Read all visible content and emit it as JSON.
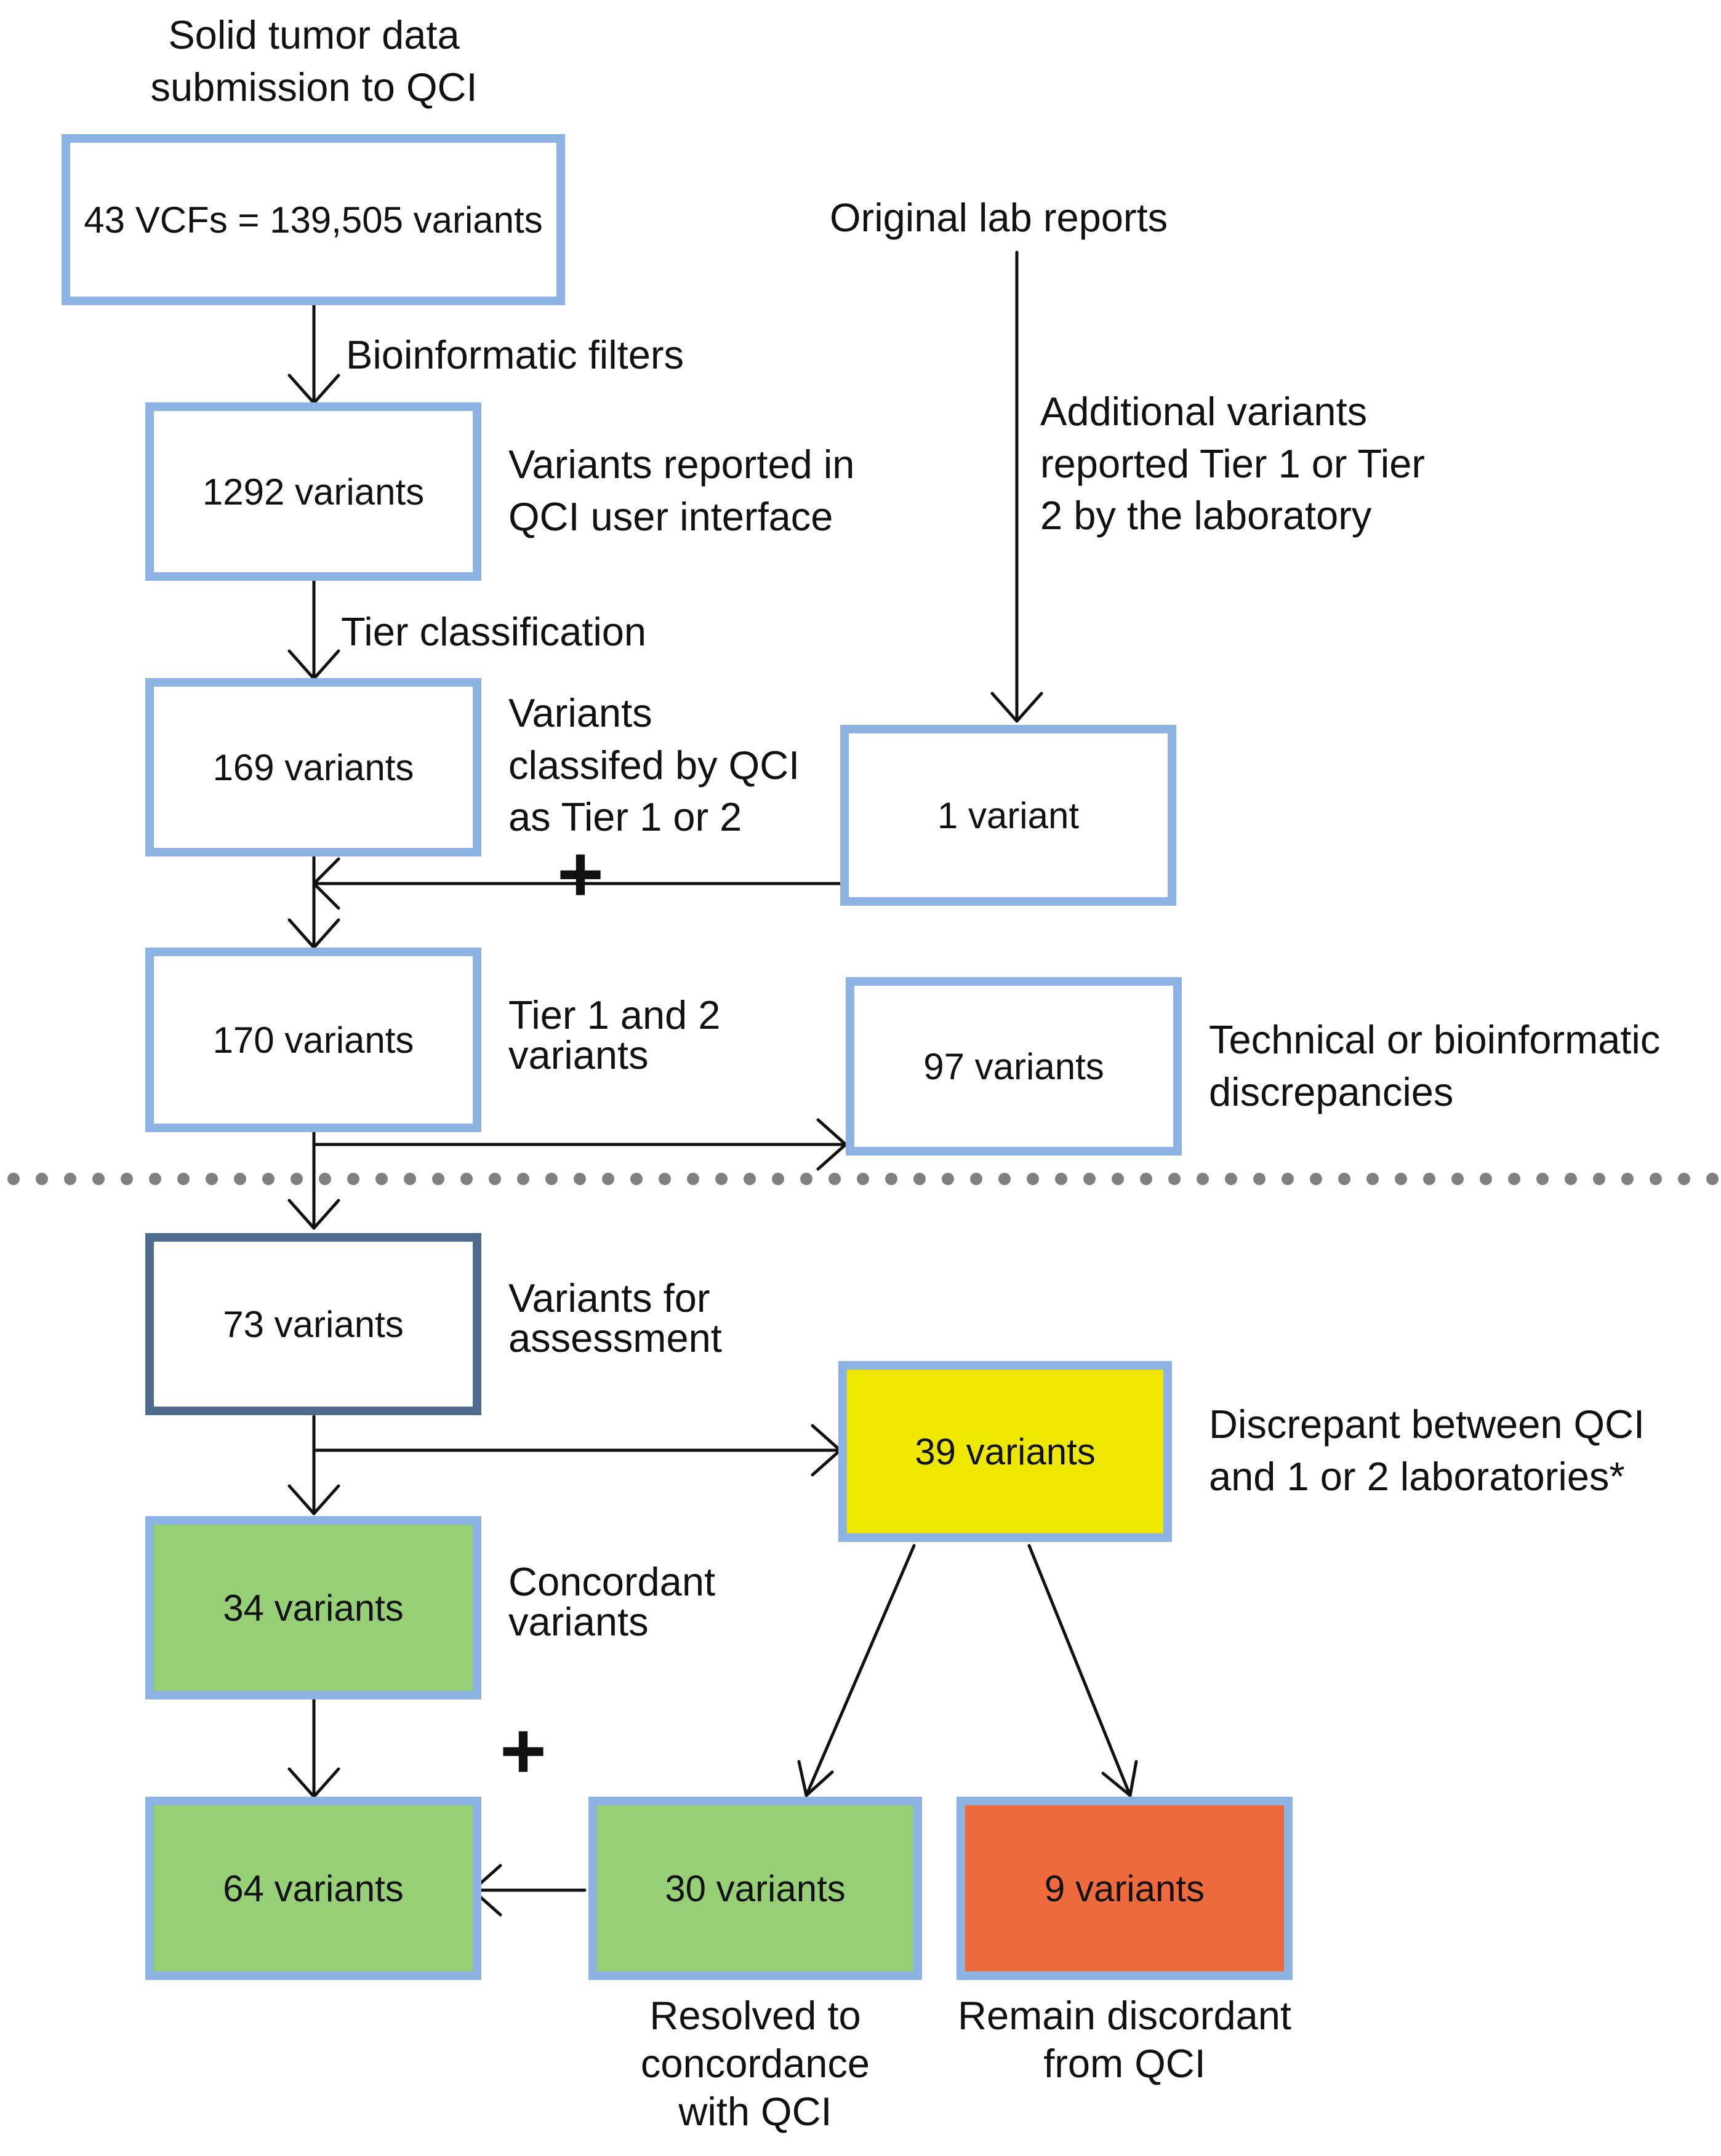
{
  "colors": {
    "box_border": "#8db3e2",
    "box_border_dark": "#4e6a8c",
    "concordant_fill": "#96cf75",
    "discrepant_fill": "#eee800",
    "discordant_fill": "#ec6a3b",
    "arrow": "#111111",
    "separator_dots": "#808080"
  },
  "header": {
    "line1": "Solid tumor data",
    "line2": "submission to QCI"
  },
  "boxes": {
    "vcfs": "43 VCFs = 139,505 variants",
    "v1292": "1292 variants",
    "v169": "169 variants",
    "v1": "1 variant",
    "v170": "170 variants",
    "v97": "97 variants",
    "v73": "73 variants",
    "v39": "39 variants",
    "v34": "34 variants",
    "v64": "64 variants",
    "v30": "30 variants",
    "v9": "9 variants"
  },
  "labels": {
    "bioinformatic_filters": "Bioinformatic filters",
    "original_lab_reports": "Original lab reports",
    "additional_variants": [
      "Additional variants",
      "reported Tier 1 or Tier",
      "2 by the laboratory"
    ],
    "reported_in_qci": [
      "Variants reported in",
      "QCI user interface"
    ],
    "tier_classification": "Tier classification",
    "classified_by_qci": [
      "Variants",
      "classifed by QCI",
      "as Tier 1 or 2"
    ],
    "tier_1_and_2": [
      "Tier 1 and 2",
      "variants"
    ],
    "technical_discrepancies": [
      "Technical or bioinformatic",
      "discrepancies"
    ],
    "for_assessment": [
      "Variants for",
      "assessment"
    ],
    "discrepant_between": [
      "Discrepant between QCI",
      "and 1 or 2 laboratories*"
    ],
    "concordant": [
      "Concordant",
      "variants"
    ],
    "resolved": [
      "Resolved to",
      "concordance",
      "with QCI"
    ],
    "remain_discordant": [
      "Remain discordant",
      "from QCI"
    ],
    "plus_top": "+",
    "plus_bottom": "+"
  }
}
